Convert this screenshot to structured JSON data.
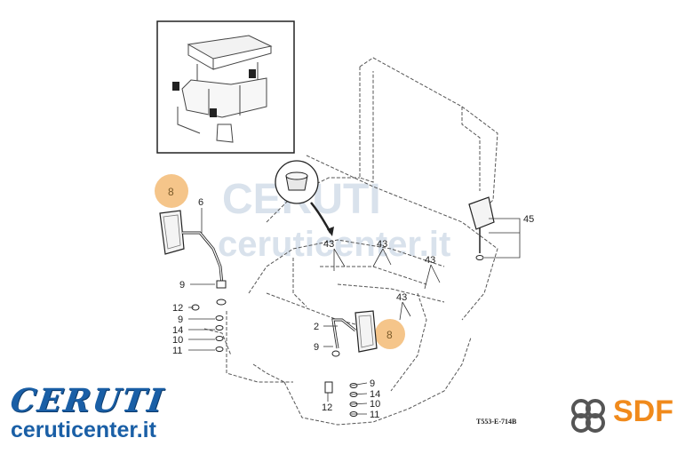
{
  "watermark": {
    "brand": "CERUTI",
    "url": "ceruticenter.it"
  },
  "callouts": {
    "c6": "6",
    "c8_top": "8",
    "c8_mid": "8",
    "c9_top": "9",
    "c12_left": "12",
    "c9_left": "9",
    "c14_left": "14",
    "c10_left": "10",
    "c11_left": "11",
    "c2": "2",
    "c9_mid": "9",
    "c9_right": "9",
    "c14_right": "14",
    "c10_right": "10",
    "c11_right": "11",
    "c12_bottom": "12",
    "c43_a": "43",
    "c43_b": "43",
    "c43_c": "43",
    "c43_d": "43",
    "c45": "45"
  },
  "diagram_code": "T553-E-714B",
  "logos": {
    "left_brand": "CERUTI",
    "left_url": "ceruticenter.it",
    "right_brand": "SDF"
  },
  "colors": {
    "brand_blue": "#1a5fa6",
    "highlight_orange": "#f5c58a",
    "sdf_orange": "#f08a1c",
    "line": "#333333"
  }
}
